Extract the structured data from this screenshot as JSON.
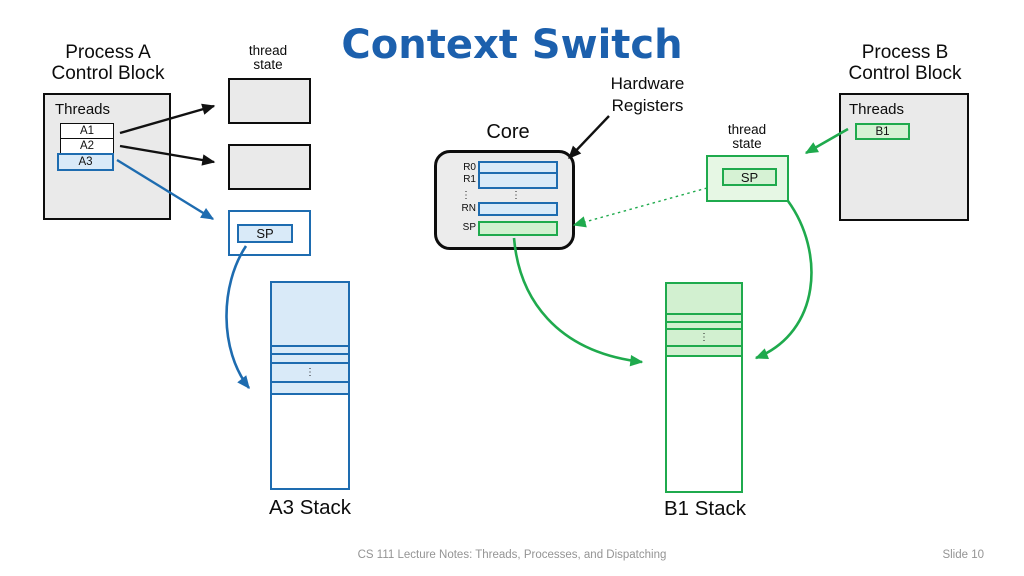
{
  "title": "Context Switch",
  "process_a": {
    "name_line1": "Process A",
    "name_line2": "Control Block",
    "threads_label": "Threads",
    "thread_a1": "A1",
    "thread_a2": "A2",
    "thread_a3": "A3"
  },
  "process_b": {
    "name_line1": "Process B",
    "name_line2": "Control Block",
    "threads_label": "Threads",
    "thread_b1": "B1"
  },
  "thread_state_left": {
    "label_line1": "thread",
    "label_line2": "state",
    "sp": "SP"
  },
  "thread_state_right": {
    "label_line1": "thread",
    "label_line2": "state",
    "sp": "SP"
  },
  "core": {
    "label": "Core",
    "r0": "R0",
    "r1": "R1",
    "rn": "RN",
    "sp": "SP",
    "dots": "⋮"
  },
  "hardware_registers": {
    "line1": "Hardware",
    "line2": "Registers"
  },
  "stacks": {
    "a3": {
      "label": "A3 Stack",
      "dots": "⋮"
    },
    "b1": {
      "label": "B1 Stack",
      "dots": "⋮"
    }
  },
  "footer": {
    "center": "CS 111 Lecture Notes: Threads, Processes, and Dispatching",
    "right": "Slide 10"
  },
  "colors": {
    "title_blue": "#1c60ad",
    "blue": "#1e6cb0",
    "light_blue": "#d9eaf8",
    "green": "#1faa4d",
    "light_green": "#d2f0d0",
    "box_gray": "#eaeaea",
    "footer_gray": "#949494"
  }
}
